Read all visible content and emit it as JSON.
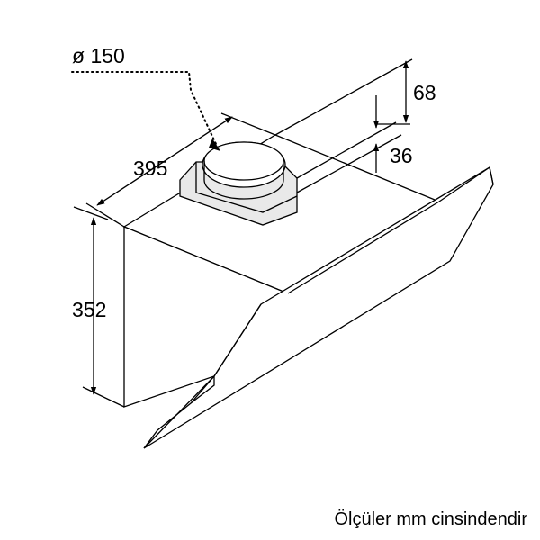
{
  "dimensions": {
    "duct_diameter": "ø 150",
    "depth": "395",
    "height": "352",
    "top_offset": "68",
    "chimney_offset": "36"
  },
  "note": "Ölçüler mm cinsindendir"
}
